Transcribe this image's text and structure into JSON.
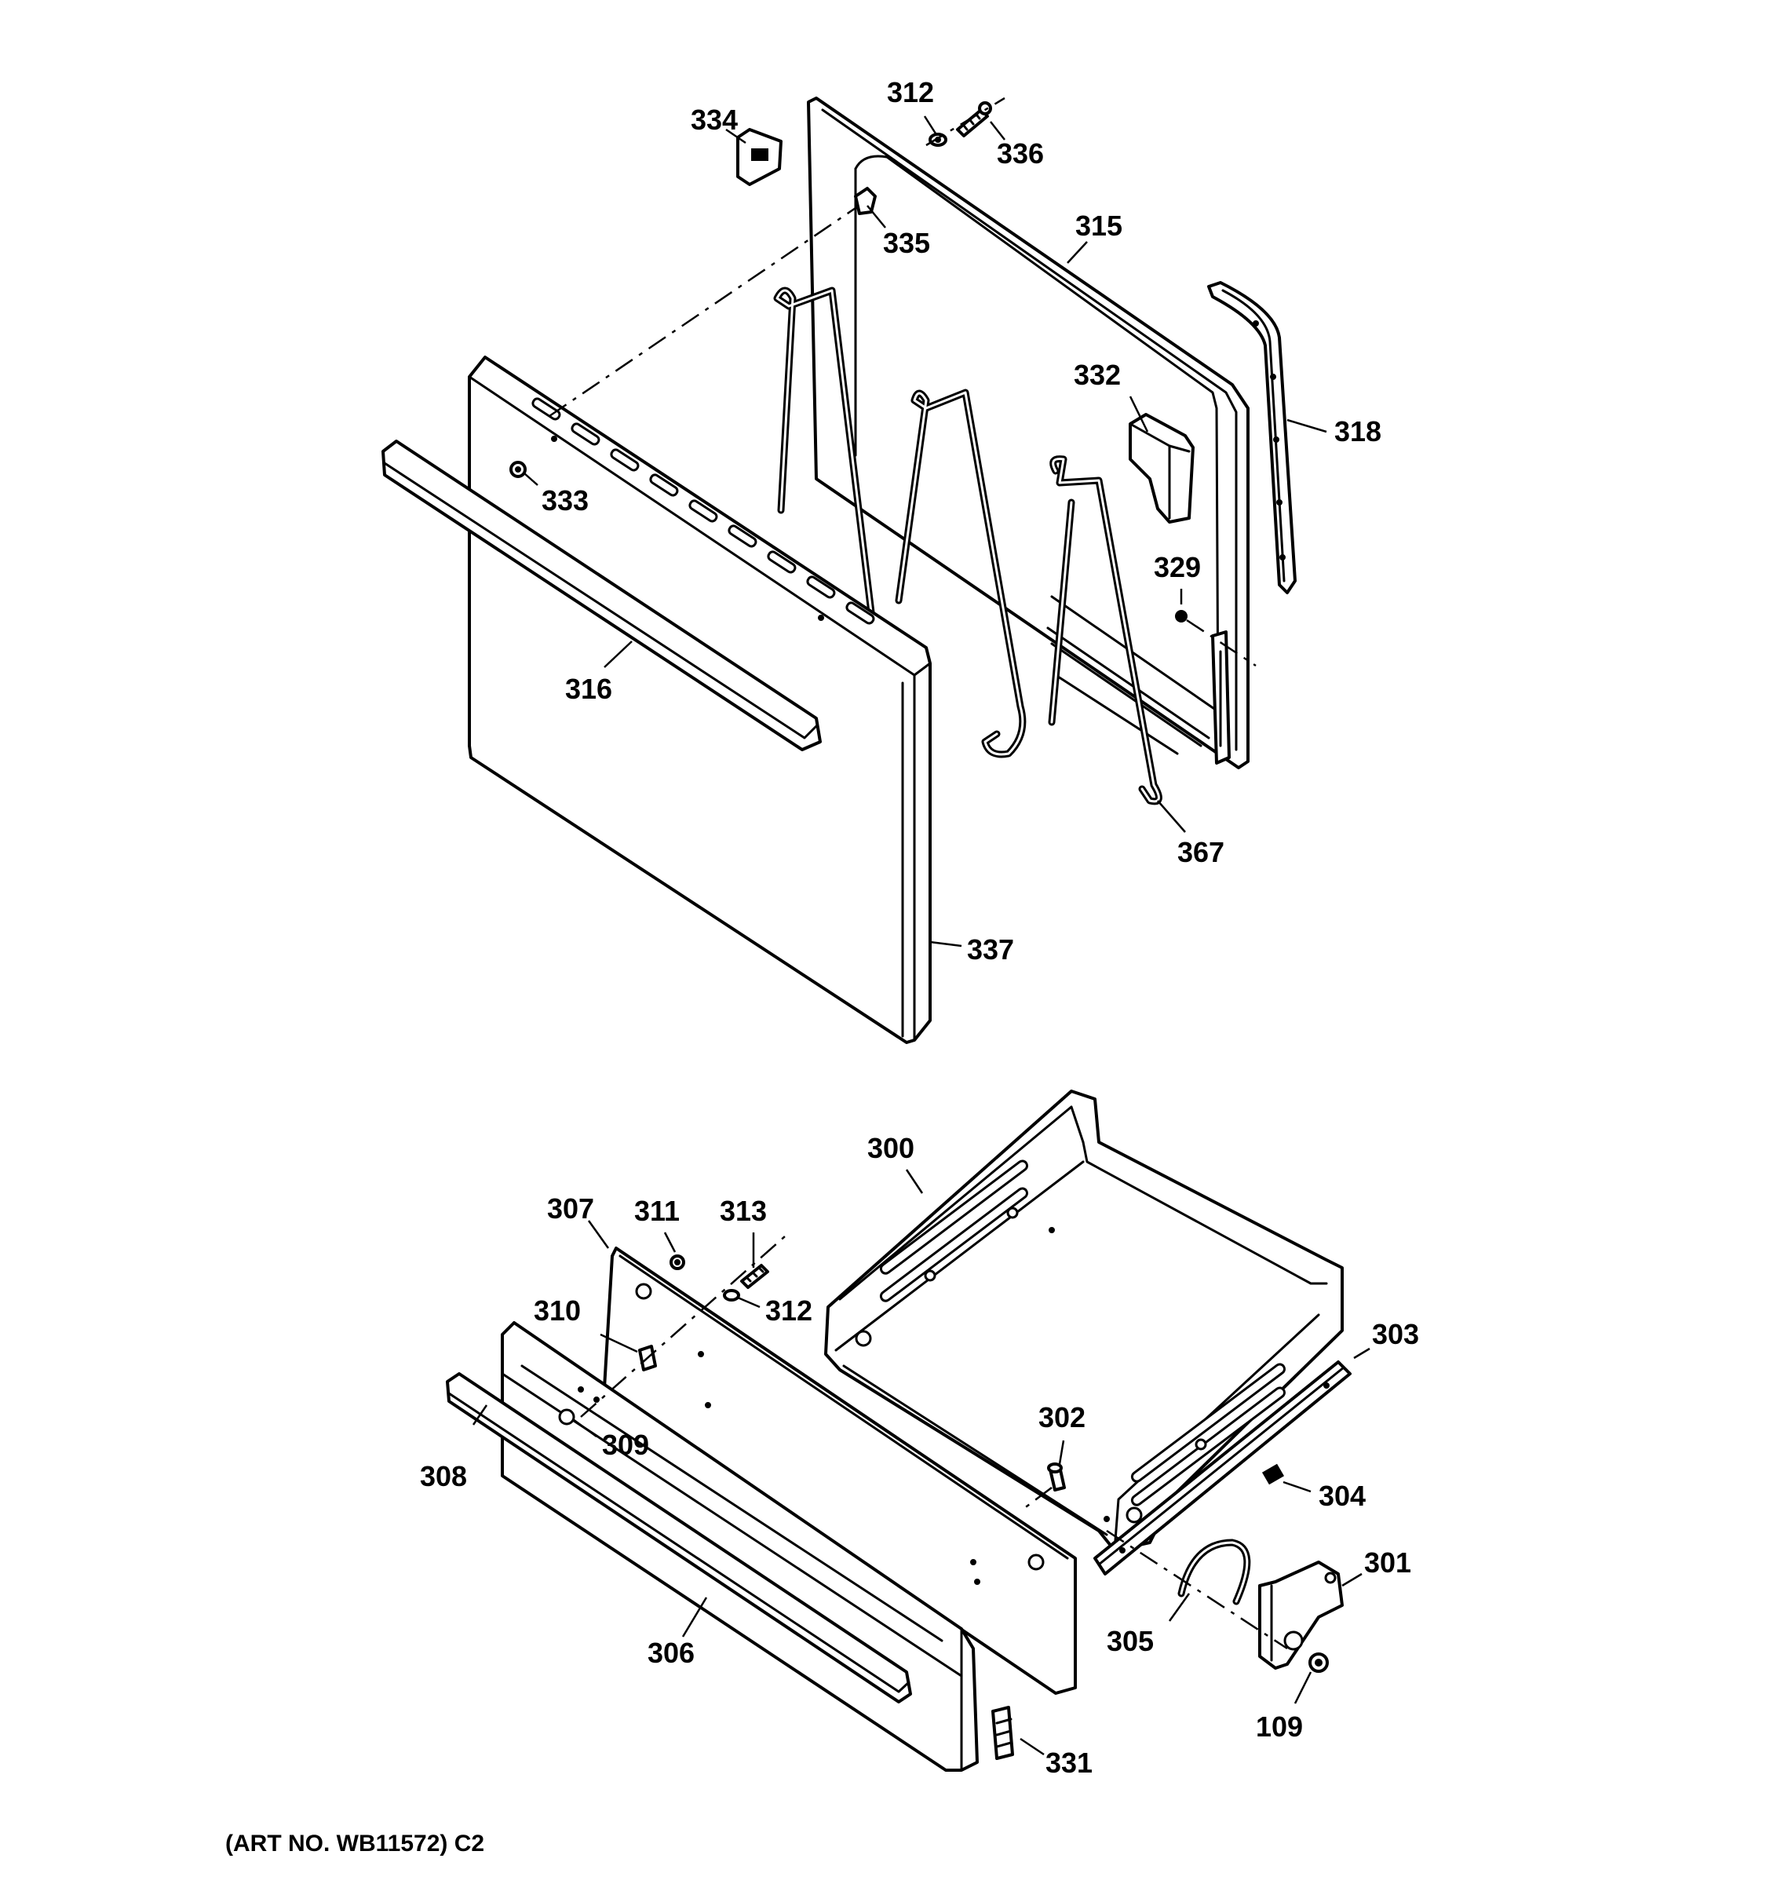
{
  "callouts": {
    "p334": "334",
    "p312a": "312",
    "p336": "336",
    "p335": "335",
    "p315": "315",
    "p318": "318",
    "p332": "332",
    "p333": "333",
    "p329": "329",
    "p316": "316",
    "p367": "367",
    "p337": "337",
    "p300": "300",
    "p307": "307",
    "p311": "311",
    "p313": "313",
    "p312b": "312",
    "p310": "310",
    "p303": "303",
    "p302": "302",
    "p309": "309",
    "p308": "308",
    "p304": "304",
    "p301": "301",
    "p305": "305",
    "p306": "306",
    "p109": "109",
    "p331": "331"
  },
  "art_number": "(ART NO. WB11572) C2"
}
